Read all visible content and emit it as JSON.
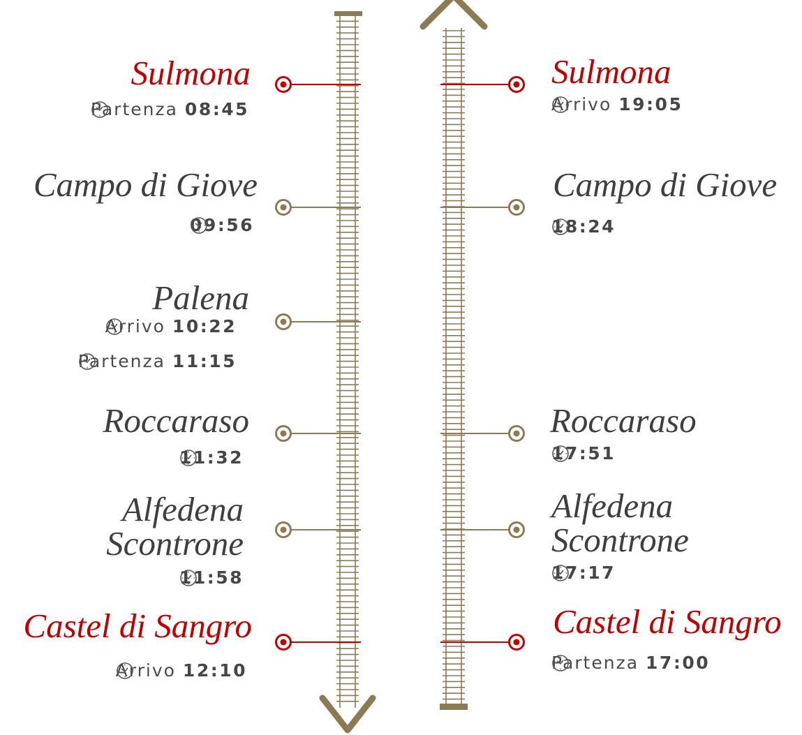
{
  "colors": {
    "track": "#8c7a55",
    "terminal": "#c00000",
    "text": "#3f3f3f"
  },
  "outbound": {
    "direction": "down",
    "stops": [
      {
        "name": [
          "Sulmona"
        ],
        "terminal": true,
        "times": [
          {
            "label": "Partenza",
            "time": "08:45"
          }
        ]
      },
      {
        "name": [
          "Campo di Giove"
        ],
        "terminal": false,
        "times": [
          {
            "label": "",
            "time": "09:56"
          }
        ]
      },
      {
        "name": [
          "Palena"
        ],
        "terminal": false,
        "times": [
          {
            "label": "Arrivo",
            "time": "10:22"
          },
          {
            "label": "Partenza",
            "time": "11:15"
          }
        ]
      },
      {
        "name": [
          "Roccaraso"
        ],
        "terminal": false,
        "times": [
          {
            "label": "",
            "time": "11:32"
          }
        ]
      },
      {
        "name": [
          "Alfedena",
          "Scontrone"
        ],
        "terminal": false,
        "times": [
          {
            "label": "",
            "time": "11:58"
          }
        ]
      },
      {
        "name": [
          "Castel di Sangro"
        ],
        "terminal": true,
        "times": [
          {
            "label": "Arrivo",
            "time": "12:10"
          }
        ]
      }
    ]
  },
  "return": {
    "direction": "up",
    "stops": [
      {
        "name": [
          "Sulmona"
        ],
        "terminal": true,
        "times": [
          {
            "label": "Arrivo",
            "time": "19:05"
          }
        ]
      },
      {
        "name": [
          "Campo di Giove"
        ],
        "terminal": false,
        "times": [
          {
            "label": "",
            "time": "18:24"
          }
        ]
      },
      {
        "name": [
          "Roccaraso"
        ],
        "terminal": false,
        "times": [
          {
            "label": "",
            "time": "17:51"
          }
        ]
      },
      {
        "name": [
          "Alfedena",
          "Scontrone"
        ],
        "terminal": false,
        "times": [
          {
            "label": "",
            "time": "17:17"
          }
        ]
      },
      {
        "name": [
          "Castel di Sangro"
        ],
        "terminal": true,
        "times": [
          {
            "label": "Partenza",
            "time": "17:00"
          }
        ]
      }
    ]
  }
}
